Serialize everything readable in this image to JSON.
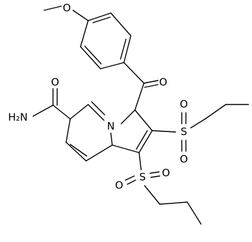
{
  "molecule": {
    "atoms": [
      {
        "id": "O_methoxy",
        "label": "O"
      },
      {
        "id": "O_carbonyl",
        "label": "O"
      },
      {
        "id": "O_amide",
        "label": "O"
      },
      {
        "id": "N_amide",
        "label": "H₂N"
      },
      {
        "id": "N_ring",
        "label": "N"
      },
      {
        "id": "S_2",
        "label": "S"
      },
      {
        "id": "O_s2a",
        "label": "O"
      },
      {
        "id": "O_s2b",
        "label": "O"
      },
      {
        "id": "S_1",
        "label": "S"
      },
      {
        "id": "O_s1a",
        "label": "O"
      },
      {
        "id": "O_s1b",
        "label": "O"
      }
    ]
  }
}
